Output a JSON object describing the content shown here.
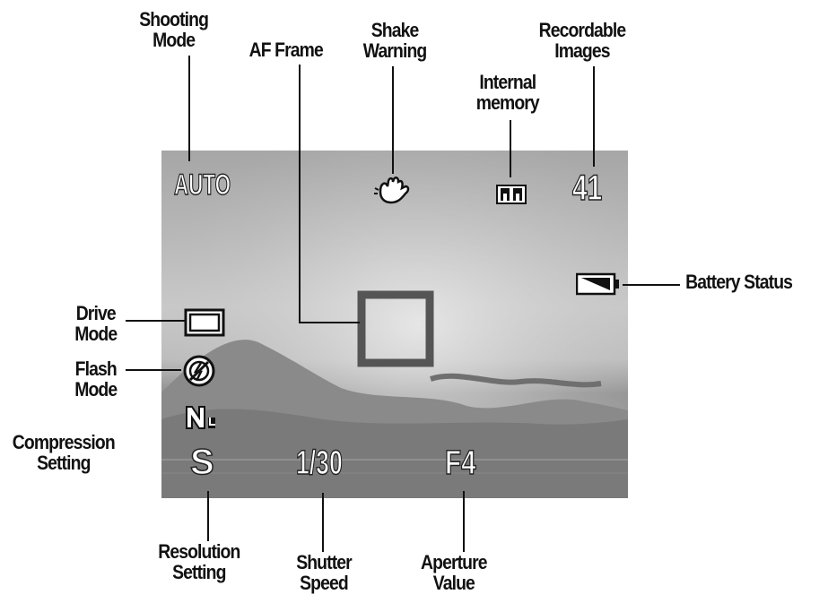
{
  "labels": {
    "shooting_mode": [
      "Shooting",
      "Mode"
    ],
    "af_frame": [
      "AF Frame"
    ],
    "shake_warning": [
      "Shake",
      "Warning"
    ],
    "internal_memory": [
      "Internal",
      "memory"
    ],
    "recordable_images": [
      "Recordable",
      "Images"
    ],
    "battery_status": [
      "Battery Status"
    ],
    "drive_mode": [
      "Drive",
      "Mode"
    ],
    "flash_mode": [
      "Flash",
      "Mode"
    ],
    "compression_setting": [
      "Compression",
      "Setting"
    ],
    "resolution_setting": [
      "Resolution",
      "Setting"
    ],
    "shutter_speed": [
      "Shutter",
      "Speed"
    ],
    "aperture_value": [
      "Aperture",
      "Value"
    ]
  },
  "display": {
    "shooting_mode_value": "AUTO",
    "recordable_images_value": "41",
    "resolution_value": "S",
    "shutter_speed_value": "1/30",
    "aperture_value": "F4"
  },
  "icons": {
    "shake_warning": "hand-shake-icon",
    "internal_memory": "internal-memory-icon",
    "battery": "battery-icon",
    "drive_mode": "single-frame-icon",
    "flash_mode": "flash-off-icon",
    "compression": "normal-compression-icon"
  },
  "colors": {
    "af_frame": "#555555",
    "osd_text": "#ffffff",
    "leader_lines": "#111111"
  }
}
